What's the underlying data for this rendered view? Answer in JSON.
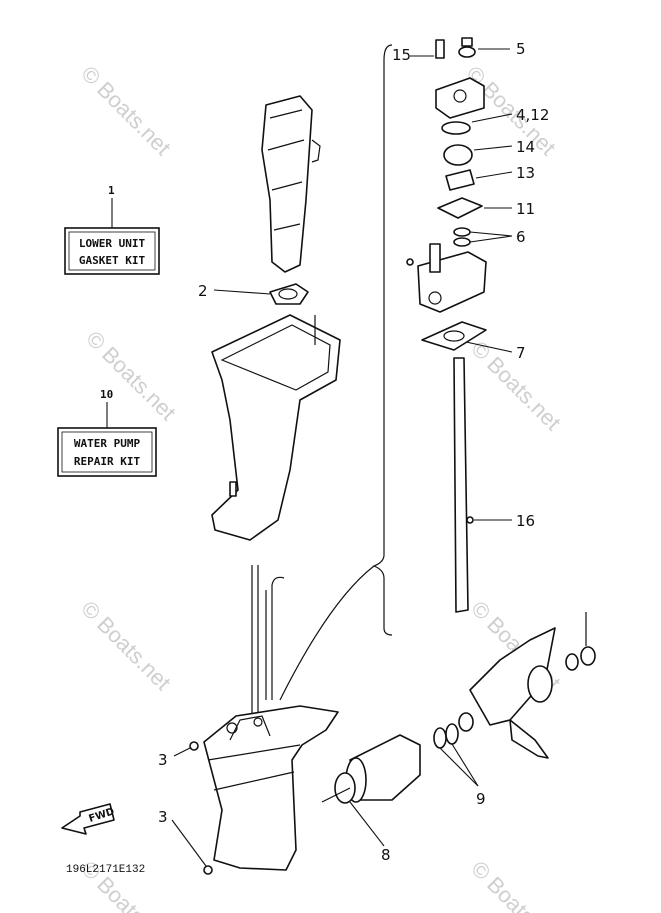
{
  "watermark": "© Boats.net",
  "diagram_code": "196L2171E132",
  "kits": {
    "lower_unit": {
      "callout": "1",
      "line1": "LOWER UNIT",
      "line2": "GASKET KIT"
    },
    "water_pump": {
      "callout": "10",
      "line1": "WATER PUMP",
      "line2": "REPAIR KIT"
    }
  },
  "callouts": {
    "c2": "2",
    "c3a": "3",
    "c3b": "3",
    "c4": "4,12",
    "c5": "5",
    "c6": "6",
    "c7": "7",
    "c8": "8",
    "c9": "9",
    "c11": "11",
    "c13": "13",
    "c14": "14",
    "c15": "15",
    "c16": "16"
  },
  "fwd_label": "FWD"
}
